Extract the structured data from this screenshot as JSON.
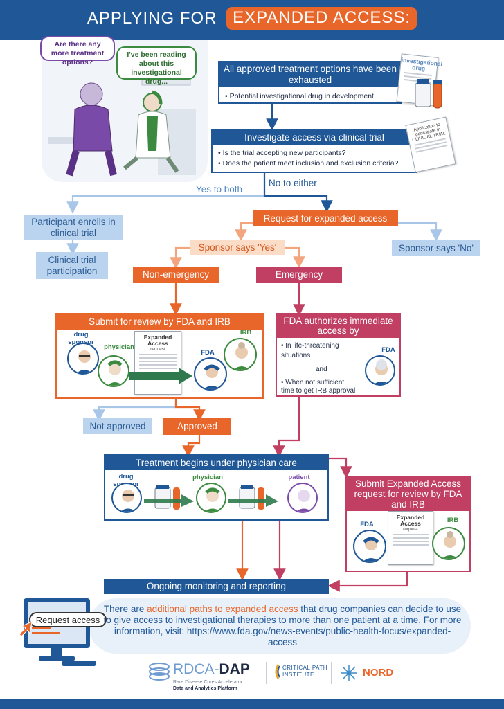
{
  "header": {
    "title_prefix": "APPLYING FOR",
    "title_highlight": "EXPANDED ACCESS:"
  },
  "scene": {
    "patient_bubble": "Are there any more treatment options?",
    "doctor_bubble": "I've been reading about this investigational drug..."
  },
  "step1": {
    "heading": "All approved treatment options have been exhausted",
    "bullets": [
      "Potential investigational drug in development"
    ],
    "doc_label": "investigational drug"
  },
  "step2": {
    "heading": "Investigate access via clinical trial",
    "bullets": [
      "Is the trial accepting new participants?",
      "Does the patient meet inclusion and exclusion criteria?"
    ],
    "doc_label": "Application to participate in CLINICAL TRIAL"
  },
  "branches": {
    "yes_both": "Yes to both",
    "no_either": "No to either",
    "participant_enrolls": "Participant enrolls in clinical trial",
    "trial_participation": "Clinical trial participation",
    "request": "Request for expanded access",
    "sponsor_yes": "Sponsor says 'Yes'",
    "sponsor_no": "Sponsor says 'No'",
    "non_emergency": "Non-emergency",
    "emergency": "Emergency"
  },
  "review": {
    "heading": "Submit for review by FDA and IRB",
    "form_title": "Expanded Access",
    "form_sub": "request",
    "labels": {
      "sponsor": "drug sponsor",
      "physician": "physician",
      "fda": "FDA",
      "irb": "IRB"
    }
  },
  "emergency_box": {
    "heading": "FDA authorizes immediate access by",
    "bullet1": "In life-threatening situations",
    "and": "and",
    "bullet2": "When not sufficient time to get IRB approval",
    "fda_label": "FDA"
  },
  "outcomes": {
    "not_approved": "Not approved",
    "approved": "Approved"
  },
  "treatment": {
    "heading": "Treatment begins under physician care",
    "labels": {
      "sponsor": "drug sponsor",
      "physician": "physician",
      "patient": "patient"
    }
  },
  "submit_ea": {
    "heading": "Submit Expanded Access request for review by FDA and IRB",
    "form_title": "Expanded Access",
    "form_sub": "request",
    "labels": {
      "fda": "FDA",
      "irb": "IRB"
    }
  },
  "monitoring": "Ongoing monitoring and reporting",
  "info": {
    "button": "Request access",
    "text_pre": "There are ",
    "text_highlight": "additional paths to expanded access",
    "text_post": " that drug companies can decide to use to give access to investigational therapies to more than one patient at a time. For more information, visit: https://www.fda.gov/news-events/public-health-focus/expanded-access"
  },
  "logos": {
    "rdca_main": "RDCA-",
    "rdca_dap": "DAP",
    "rdca_sub1": "Rare Disease Cures Accelerator",
    "rdca_sub2": "Data and Analytics Platform",
    "cpath1": "CRITICAL PATH",
    "cpath2": "INSTITUTE",
    "nord": "NORD"
  },
  "colors": {
    "navy": "#1f5797",
    "orange": "#e9662b",
    "maroon": "#c03f62",
    "light_blue": "#bad3ee",
    "peach": "#fbdcc6"
  }
}
